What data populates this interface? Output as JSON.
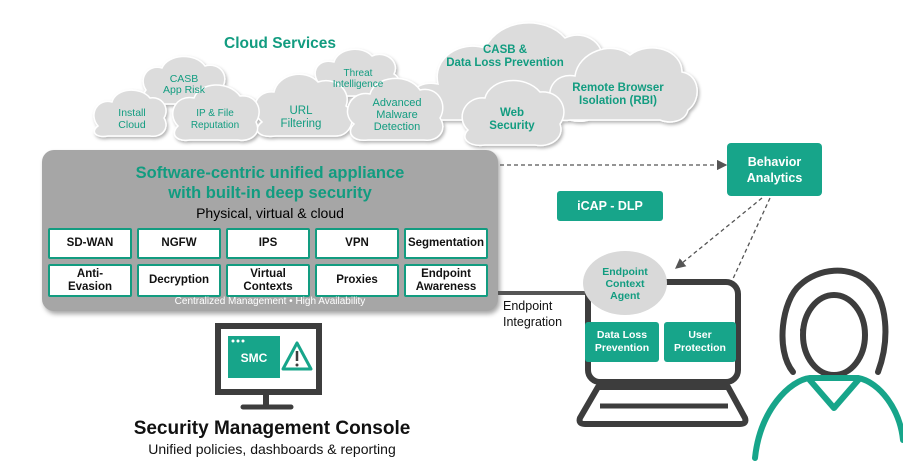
{
  "cloud_services": {
    "title": "Cloud Services",
    "clouds": [
      {
        "key": "install_cloud",
        "lines": [
          "Install",
          "Cloud"
        ]
      },
      {
        "key": "casb_app_risk",
        "lines": [
          "CASB",
          "App Risk"
        ]
      },
      {
        "key": "ip_file_reputation",
        "lines": [
          "IP & File",
          "Reputation"
        ]
      },
      {
        "key": "url_filtering",
        "lines": [
          "URL",
          "Filtering"
        ]
      },
      {
        "key": "threat_intelligence",
        "lines": [
          "Threat",
          "Intelligence"
        ]
      },
      {
        "key": "advanced_malware",
        "lines": [
          "Advanced",
          "Malware",
          "Detection"
        ]
      },
      {
        "key": "casb_dlp",
        "lines": [
          "CASB &",
          "Data Loss Prevention"
        ]
      },
      {
        "key": "web_security",
        "lines": [
          "Web",
          "Security"
        ]
      },
      {
        "key": "rbi",
        "lines": [
          "Remote Browser",
          "Isolation (RBI)"
        ]
      }
    ]
  },
  "appliance": {
    "title_line1": "Software-centric unified appliance",
    "title_line2": "with built-in deep security",
    "subtitle": "Physical, virtual & cloud",
    "features_row1": [
      "SD-WAN",
      "NGFW",
      "IPS",
      "VPN",
      "Segmentation"
    ],
    "features_row2": [
      "Anti-\nEvasion",
      "Decryption",
      "Virtual\nContexts",
      "Proxies",
      "Endpoint\nAwareness"
    ],
    "footer": "Centralized Management • High Availability"
  },
  "behavior_analytics": "Behavior\nAnalytics",
  "icap_dlp": "iCAP - DLP",
  "endpoint_integration": "Endpoint\nIntegration",
  "endpoint_agent": [
    "Endpoint",
    "Context",
    "Agent"
  ],
  "data_loss_prevention": "Data Loss\nPrevention",
  "user_protection": "User\nProtection",
  "smc": {
    "monitor_label": "SMC",
    "title": "Security Management Console",
    "subtitle": "Unified policies, dashboards & reporting"
  },
  "colors": {
    "teal": "#17a58a",
    "teal_text": "#129c80",
    "cloud_fill": "#dcdcdc",
    "appliance_gray": "#a6a6a6"
  }
}
